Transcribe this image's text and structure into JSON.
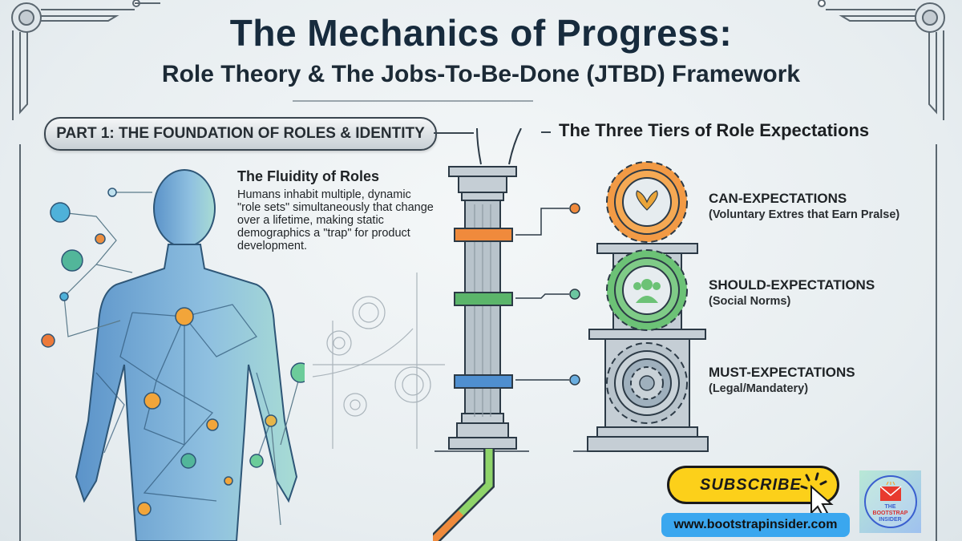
{
  "header": {
    "title": "The Mechanics of Progress:",
    "subtitle": "Role Theory & The Jobs-To-Be-Done (JTBD) Framework"
  },
  "part1": {
    "label": "PART 1: THE FOUNDATION OF ROLES & IDENTITY",
    "fluidity": {
      "title": "The Fluidity of Roles",
      "body": "Humans inhabit multiple, dynamic \"role sets\" simultaneously that change over a lifetime, making static demographics a \"trap\" for product development."
    }
  },
  "tiers": {
    "heading": "The Three Tiers of Role Expectations",
    "items": [
      {
        "label": "CAN-EXPECTATIONS",
        "sub": "(Voluntary Extres that Earn Pralse)",
        "color": "#f08a3c",
        "icon": "hands-heart-icon"
      },
      {
        "label": "SHOULD-EXPECTATIONS",
        "sub": "(Social Norms)",
        "color": "#5bb56a",
        "icon": "people-group-icon"
      },
      {
        "label": "MUST-EXPECTATIONS",
        "sub": "(Legal/Mandatery)",
        "color": "#4f8fd0",
        "icon": "gear-icon"
      }
    ]
  },
  "cta": {
    "subscribe": "SUBSCRIBE",
    "url": "www.bootstrapinsider.com",
    "logo_text": [
      "THE",
      "BOOTSTRAP",
      "INSIDER"
    ]
  },
  "colors": {
    "title": "#172b3d",
    "orange": "#f08a3c",
    "green": "#5bb56a",
    "blue": "#4f8fd0",
    "subscribe_bg": "#fcd01a",
    "url_bg": "#3aa7ef"
  }
}
